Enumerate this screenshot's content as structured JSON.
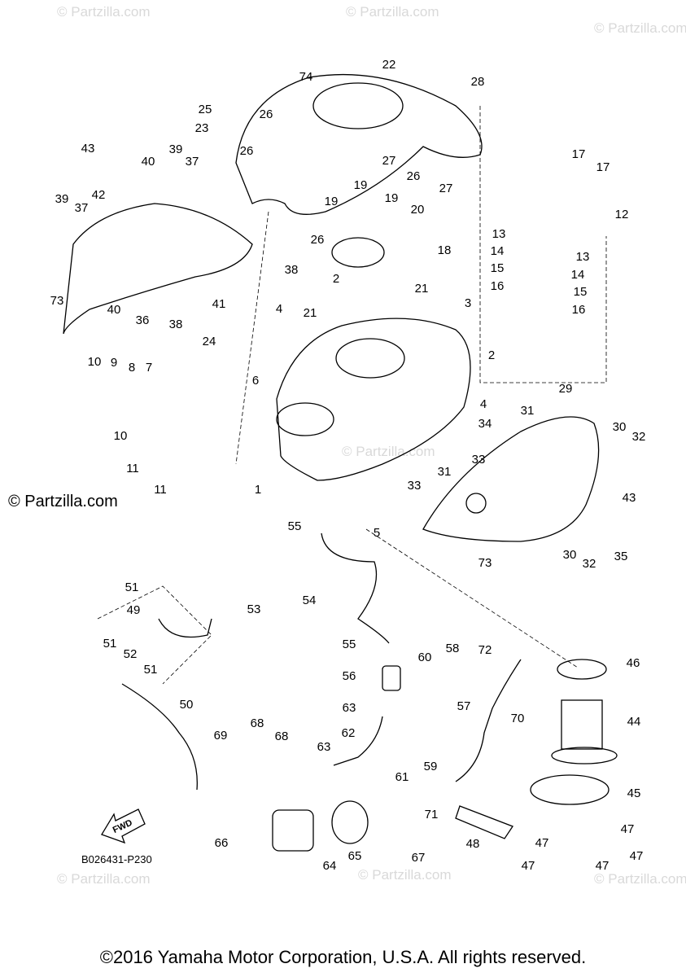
{
  "watermark": "© Partzilla.com",
  "reference_code": "B026431-P230",
  "fwd_label": "FWD",
  "copyright": "©2016 Yamaha Motor Corporation, U.S.A. All rights reserved.",
  "callouts": [
    "74",
    "22",
    "28",
    "25",
    "26",
    "23",
    "26",
    "43",
    "40",
    "39",
    "37",
    "39",
    "42",
    "37",
    "17",
    "17",
    "12",
    "19",
    "19",
    "19",
    "20",
    "26",
    "27",
    "26",
    "27",
    "18",
    "13",
    "13",
    "14",
    "14",
    "15",
    "15",
    "16",
    "16",
    "38",
    "73",
    "36",
    "38",
    "40",
    "41",
    "2",
    "21",
    "21",
    "3",
    "4",
    "24",
    "2",
    "10",
    "9",
    "8",
    "7",
    "6",
    "10",
    "4",
    "29",
    "31",
    "34",
    "30",
    "32",
    "31",
    "33",
    "11",
    "11",
    "1",
    "33",
    "43",
    "5",
    "55",
    "30",
    "32",
    "35",
    "73",
    "51",
    "49",
    "53",
    "54",
    "46",
    "72",
    "55",
    "60",
    "58",
    "51",
    "52",
    "51",
    "56",
    "63",
    "57",
    "70",
    "44",
    "50",
    "62",
    "69",
    "68",
    "68",
    "63",
    "59",
    "61",
    "71",
    "45",
    "47",
    "47",
    "47",
    "47",
    "47",
    "66",
    "65",
    "67",
    "48",
    "64"
  ]
}
